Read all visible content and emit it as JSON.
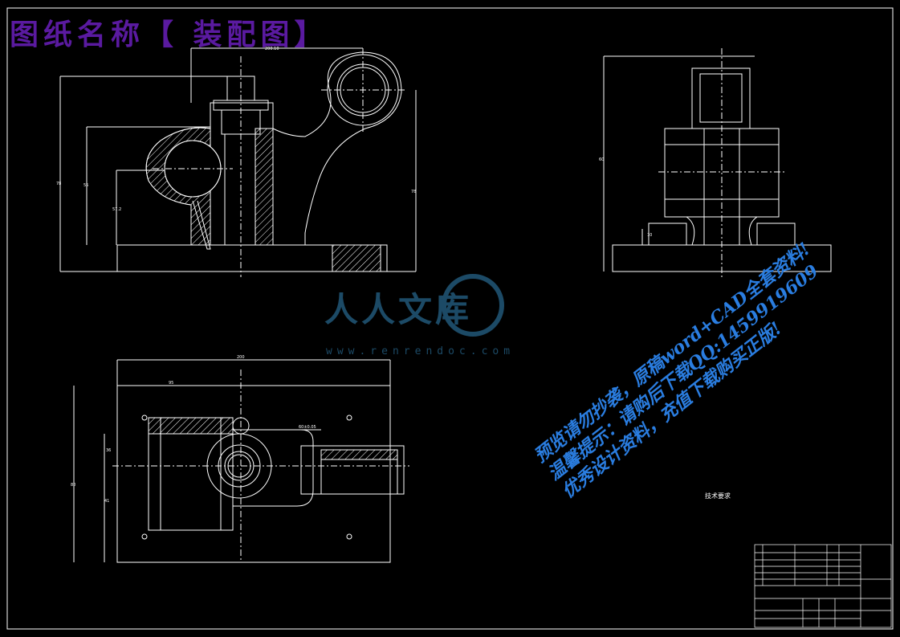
{
  "sheet": {
    "title": "图纸名称【 装配图】",
    "tech_requirements_title": "技术要求"
  },
  "watermark": {
    "brand": "人人文库",
    "url": "www.renrendoc.com"
  },
  "promo": {
    "line1": "预览请勿抄袭，原稿word+CAD全套资料!",
    "line2": "温馨提示：请购后下载QQ:1459919609",
    "line3": "优秀设计资料，充值下载购买正版!"
  },
  "dimensions": {
    "front_top": "200.10",
    "front_left_outer": "78",
    "front_left_mid": "55",
    "front_left_inner": "57.2",
    "front_right": "78",
    "side_height": "60",
    "side_small": "10",
    "top_width": "200",
    "top_inner": "95",
    "top_mid": "60±0.05",
    "top_h1": "36",
    "top_h2": "80",
    "top_h3": "41"
  },
  "colors": {
    "line": "#ffffff",
    "title": "#5a1aa0",
    "watermark": "#1c4a66",
    "promo": "#2a7de0"
  }
}
